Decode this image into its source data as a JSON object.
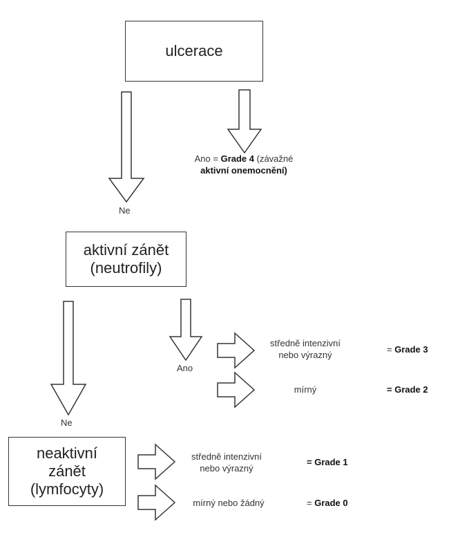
{
  "nodes": {
    "ulcerace": "ulcerace",
    "aktivni_line1": "aktivní zánět",
    "aktivni_line2": "(neutrofily)",
    "neaktivni_line1": "neaktivní",
    "neaktivni_line2": "zánět",
    "neaktivni_line3": "(lymfocyty)"
  },
  "ulcerace_yes": {
    "prefix": "Ano = ",
    "grade": "Grade 4",
    "suffix": " (závažné",
    "line2": "aktivní onemocnění)"
  },
  "labels": {
    "ne_1": "Ne",
    "ne_2": "Ne",
    "ano": "Ano"
  },
  "aktivni_outcomes": [
    {
      "line1": "středně intenzivní",
      "line2": "nebo výrazný",
      "prefix": "= ",
      "grade": "Grade 3"
    },
    {
      "line1": "mírný",
      "line2": "",
      "prefix": "",
      "grade": "= Grade 2"
    }
  ],
  "neaktivni_outcomes": [
    {
      "line1": "středně intenzivní",
      "line2": "nebo výrazný",
      "prefix": "",
      "grade": "= Grade 1"
    },
    {
      "line1": "mírný nebo žádný",
      "line2": "",
      "prefix": "= ",
      "grade": "Grade 0"
    }
  ]
}
